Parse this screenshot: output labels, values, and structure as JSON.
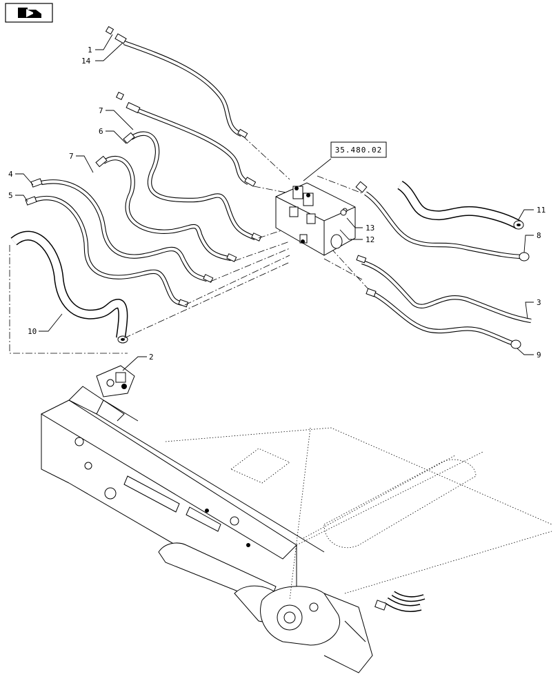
{
  "nav_icon": {
    "name": "page-navigation-arrow-icon"
  },
  "reference_label": "35.480.02",
  "callouts": {
    "c1": "1",
    "c14": "14",
    "c7a": "7",
    "c6": "6",
    "c7b": "7",
    "c4": "4",
    "c5": "5",
    "c10": "10",
    "c2": "2",
    "c13": "13",
    "c12": "12",
    "c11": "11",
    "c8": "8",
    "c3": "3",
    "c9": "9"
  }
}
